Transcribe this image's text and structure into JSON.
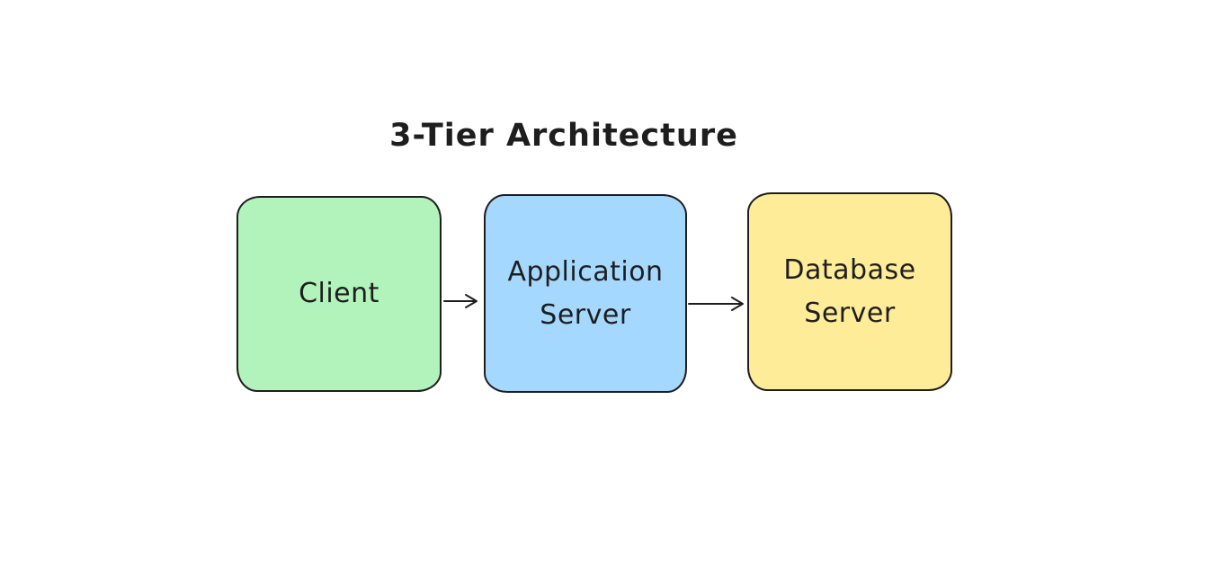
{
  "diagram": {
    "title": "3-Tier Architecture",
    "style": {
      "background": "#ffffff",
      "stroke_color": "#1e1e1e",
      "text_color": "#1e1e1e"
    },
    "nodes": [
      {
        "id": "client",
        "label": "Client",
        "fill": "#b2f2bb",
        "shape": "rounded-rectangle"
      },
      {
        "id": "application-server",
        "label": "Application Server",
        "fill": "#a5d8ff",
        "shape": "rounded-rectangle"
      },
      {
        "id": "database-server",
        "label": "Database Server",
        "fill": "#ffec99",
        "shape": "rounded-rectangle"
      }
    ],
    "edges": [
      {
        "from": "client",
        "to": "application-server",
        "type": "arrow-right"
      },
      {
        "from": "application-server",
        "to": "database-server",
        "type": "arrow-right"
      }
    ]
  }
}
